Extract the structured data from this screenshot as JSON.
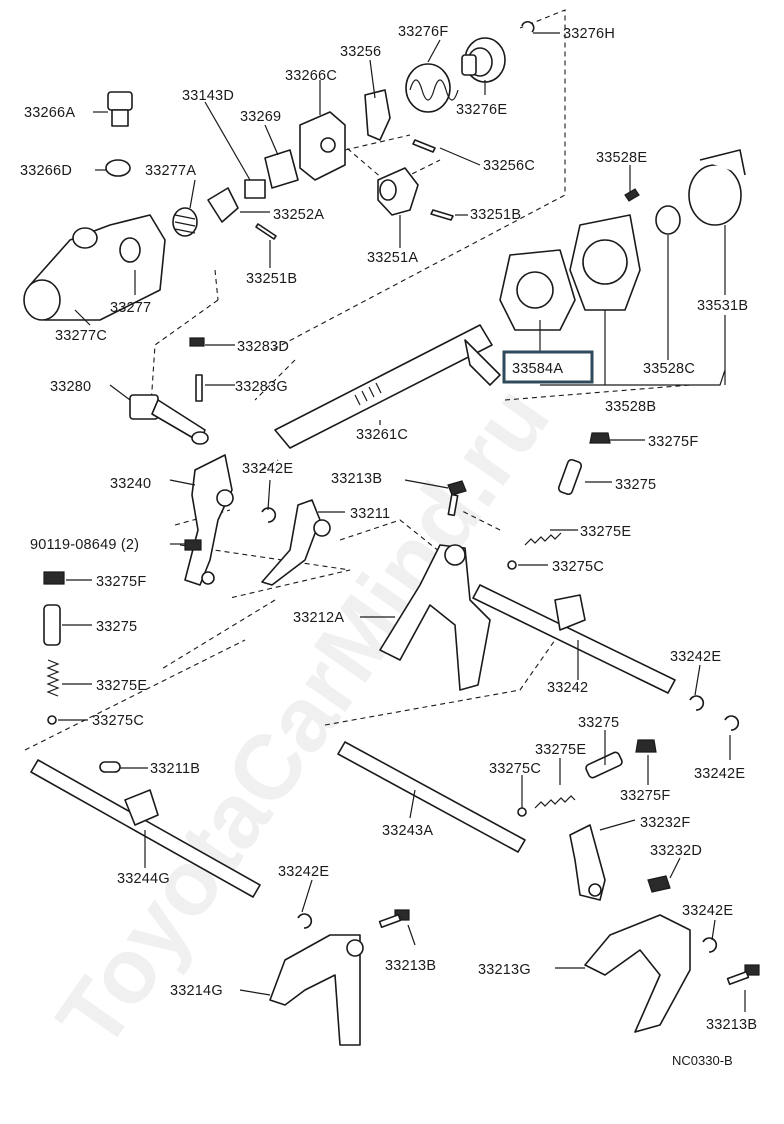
{
  "watermark": "ToyotaCarMind.ru",
  "diagram_code": "NC0330-B",
  "highlight_color": "#2f4a5a",
  "highlighted_part": "33584A",
  "labels": {
    "p33276H": "33276H",
    "p33276F": "33276F",
    "p33256": "33256",
    "p33266C": "33266C",
    "p33276E": "33276E",
    "p33143D": "33143D",
    "p33269": "33269",
    "p33266A": "33266A",
    "p33266D": "33266D",
    "p33277A": "33277A",
    "p33256C": "33256C",
    "p33252A": "33252A",
    "p33251B_top": "33251B",
    "p33251B_left": "33251B",
    "p33251A": "33251A",
    "p33277": "33277",
    "p33277C": "33277C",
    "p33528E": "33528E",
    "p33531B": "33531B",
    "p33528C": "33528C",
    "p33528B": "33528B",
    "p33584A": "33584A",
    "p33283D": "33283D",
    "p33283G": "33283G",
    "p33280": "33280",
    "p33261C": "33261C",
    "p33275F_top": "33275F",
    "p33275_top": "33275",
    "p33275E_top": "33275E",
    "p33275C_top": "33275C",
    "p33240": "33240",
    "p33242E_top": "33242E",
    "p33213B_top": "33213B",
    "p33211": "33211",
    "p90119": "90119-08649 (2)",
    "p33275F_left": "33275F",
    "p33275_left": "33275",
    "p33275E_left": "33275E",
    "p33275C_left": "33275C",
    "p33212A": "33212A",
    "p33242": "33242",
    "p33242E_right1": "33242E",
    "p33242E_right2": "33242E",
    "p33211B": "33211B",
    "p33275_mid": "33275",
    "p33275E_mid": "33275E",
    "p33275C_mid": "33275C",
    "p33275F_mid": "33275F",
    "p33243A": "33243A",
    "p33232F": "33232F",
    "p33232D": "33232D",
    "p33244G": "33244G",
    "p33242E_bottom": "33242E",
    "p33213B_bottom1": "33213B",
    "p33214G": "33214G",
    "p33242E_bottom2": "33242E",
    "p33213G": "33213G",
    "p33213B_bottom2": "33213B"
  },
  "icons": [
    "bolt-icon",
    "plug-icon",
    "spring-icon",
    "pin-icon",
    "ball-icon",
    "snap-ring-icon",
    "shift-fork-icon",
    "shift-shaft-icon",
    "housing-icon",
    "gasket-icon",
    "boot-icon"
  ]
}
